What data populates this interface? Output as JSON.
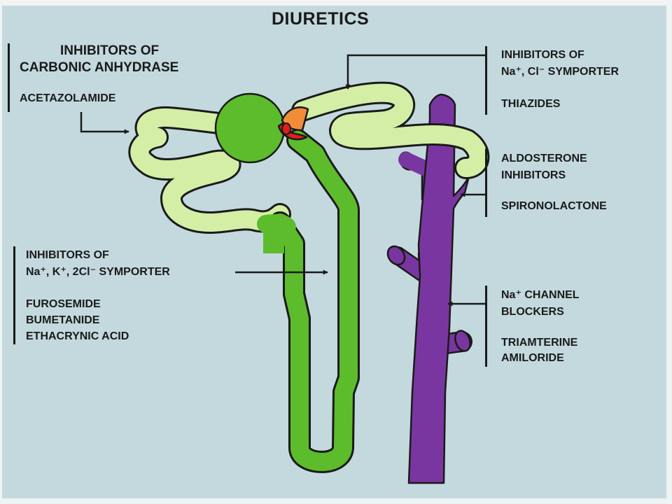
{
  "title": "DIURETICS",
  "groups": {
    "carbonic": {
      "heading": [
        "INHIBITORS OF",
        "CARBONIC ANHYDRASE"
      ],
      "drugs": [
        "ACETAZOLAMIDE"
      ]
    },
    "nacl": {
      "heading": [
        "INHIBITORS OF",
        "Na⁺, Cl⁻ SYMPORTER"
      ],
      "drugs": [
        "THIAZIDES"
      ]
    },
    "aldosterone": {
      "heading": [
        "ALDOSTERONE",
        "INHIBITORS"
      ],
      "drugs": [
        "SPIRONOLACTONE"
      ]
    },
    "nak2cl": {
      "heading": [
        "INHIBITORS OF",
        "Na⁺, K⁺, 2Cl⁻ SYMPORTER"
      ],
      "drugs": [
        "FUROSEMIDE",
        "BUMETANIDE",
        "ETHACRYNIC ACID"
      ]
    },
    "nachannel": {
      "heading": [
        "Na⁺ CHANNEL",
        "BLOCKERS"
      ],
      "drugs": [
        "TRIAMTERINE",
        "AMILORIDE"
      ]
    }
  },
  "colors": {
    "background": "#c3d9dd",
    "tubule_light": "#d4eea6",
    "tubule_dark": "#5cbc2c",
    "glomerulus": "#5cbc2c",
    "collecting_duct": "#7a36a0",
    "macula_orange": "#f28c38",
    "macula_red": "#e11d1d",
    "outline": "#1a1a1a"
  }
}
